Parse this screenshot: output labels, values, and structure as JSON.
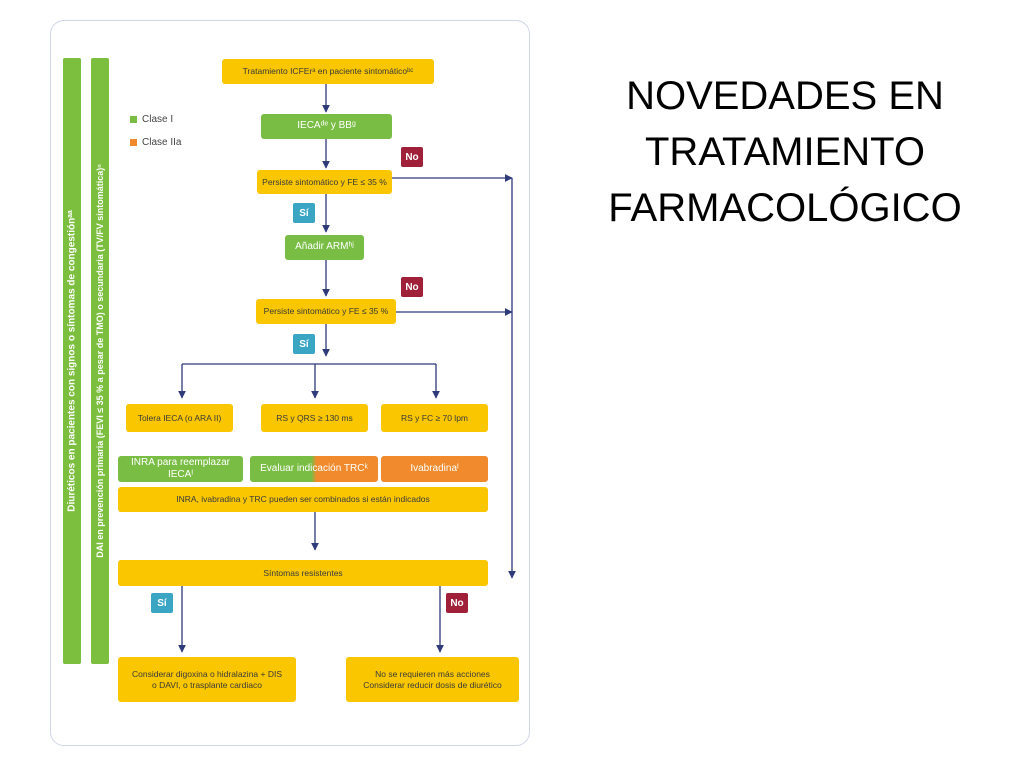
{
  "slide": {
    "title_lines": [
      "NOVEDADES EN",
      "TRATAMIENTO",
      "FARMACOLÓGICO"
    ]
  },
  "side_bars": {
    "diureticos": "Diuréticos en pacientes con signos o síntomas de congestiónᵃᵃ",
    "dai": "DAI en prevención primaria (FEVI ≤ 35 % a pesar de TMO) o secundaria (TV/FV sintomática)ⁿ"
  },
  "legend": {
    "clase1": "Clase I",
    "clase2a": "Clase IIa",
    "clase1_color": "#79bd44",
    "clase2a_color": "#f08a2c"
  },
  "nodes": {
    "start": "Tratamiento ICFErᵃ en paciente sintomáticoᵇᶜ",
    "ieca_bb": "IECAᵈᵉ y BBᵍ",
    "persiste1": "Persiste sintomático y FE ≤ 35 %",
    "arm": "Añadir ARMʰʲ",
    "persiste2": "Persiste sintomático y FE ≤ 35 %",
    "tolera": "Tolera IECA (o ARA II)",
    "rs_qrs": "RS y QRS ≥ 130 ms",
    "rs_fc": "RS y FC ≥ 70 lpm",
    "inra": "INRA para reemplazar IECAᴵ",
    "trc": "Evaluar indicación TRCᵏ",
    "ivabradina": "Ivabradinaᴵ",
    "combinados": "INRA, ivabradina y TRC pueden ser combinados si están indicados",
    "resistentes": "Síntomas resistentes",
    "digoxina_1": "Considerar digoxina o hidralazina + DIS",
    "digoxina_2": "o DAVI, o trasplante cardiaco",
    "no_acciones_1": "No se requieren más acciones",
    "no_acciones_2": "Considerar reducir dosis de diurético"
  },
  "tags": {
    "no": "No",
    "si": "Sí"
  }
}
